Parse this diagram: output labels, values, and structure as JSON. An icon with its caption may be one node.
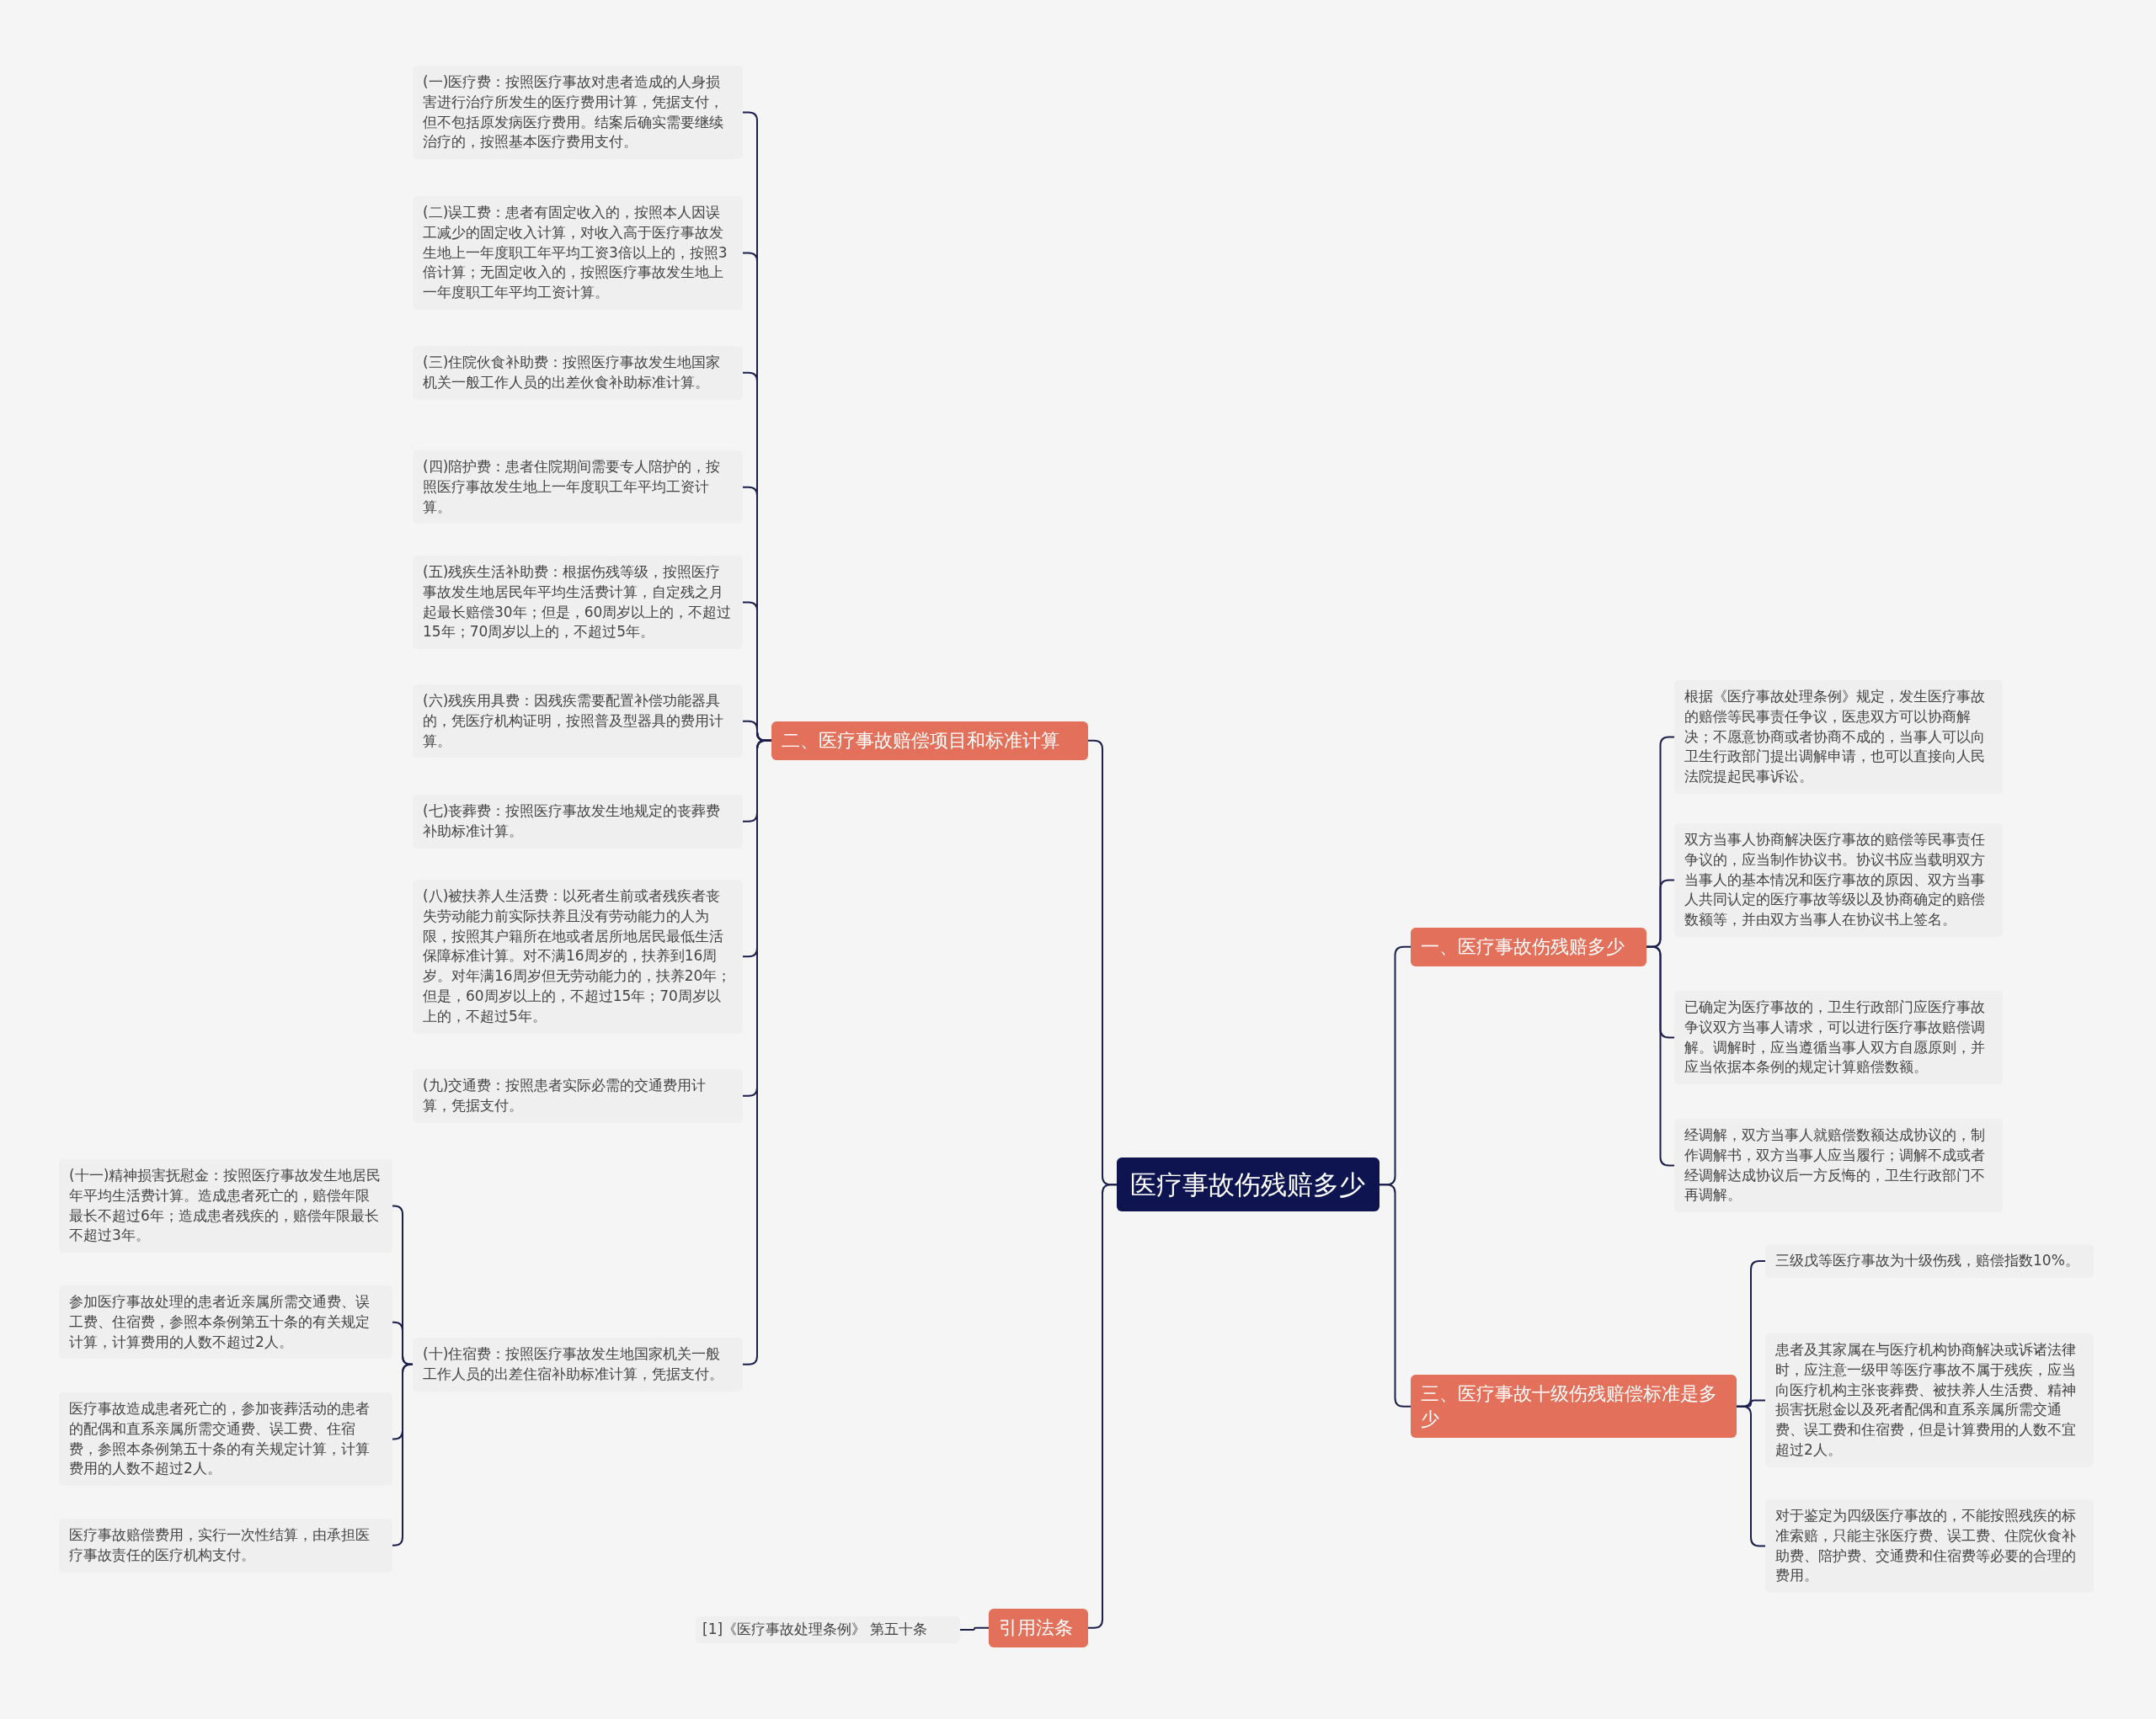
{
  "diagram": {
    "nodes": [
      {
        "text": [
          "医疗事故伤残赔多少"
        ]
      },
      {
        "text": [
          "二、医疗事故赔偿项目和标准计算"
        ]
      },
      {
        "text": [
          "(一)医疗费：按照医疗事故对患者造成的人身损害进行治疗所发生的医疗费用计算，凭据支付，但不包括原发病医疗费用。结案后确实需要继续治疗的，按照基本医疗费用支付。"
        ]
      },
      {
        "text": [
          "(二)误工费：患者有固定收入的，按照本人因误工减少的固定收入计算，对收入高于医疗事故发生地上一年度职工年平均工资3倍以上的，按照3倍计算；无固定收入的，按照医疗事故发生地上一年度职工年平均工资计算。"
        ]
      },
      {
        "text": [
          "(三)住院伙食补助费：按照医疗事故发生地国家机关一般工作人员的出差伙食补助标准计算。"
        ]
      },
      {
        "text": [
          "(四)陪护费：患者住院期间需要专人陪护的，按照医疗事故发生地上一年度职工年平均工资计算。"
        ]
      },
      {
        "text": [
          "(五)残疾生活补助费：根据伤残等级，按照医疗事故发生地居民年平均生活费计算，自定残之月起最长赔偿30年；但是，60周岁以上的，不超过15年；70周岁以上的，不超过5年。"
        ]
      },
      {
        "text": [
          "(六)残疾用具费：因残疾需要配置补偿功能器具的，凭医疗机构证明，按照普及型器具的费用计算。"
        ]
      },
      {
        "text": [
          "(七)丧葬费：按照医疗事故发生地规定的丧葬费补助标准计算。"
        ]
      },
      {
        "text": [
          "(八)被扶养人生活费：以死者生前或者残疾者丧失劳动能力前实际扶养且没有劳动能力的人为限，按照其户籍所在地或者居所地居民最低生活保障标准计算。对不满16周岁的，扶养到16周岁。对年满16周岁但无劳动能力的，扶养20年；但是，60周岁以上的，不超过15年；70周岁以上的，不超过5年。"
        ]
      },
      {
        "text": [
          "(九)交通费：按照患者实际必需的交通费用计算，凭据支付。"
        ]
      },
      {
        "text": [
          "(十)住宿费：按照医疗事故发生地国家机关一般工作人员的出差住宿补助标准计算，凭据支付。"
        ]
      },
      {
        "text": [
          "(十一)精神损害抚慰金：按照医疗事故发生地居民年平均生活费计算。造成患者死亡的，赔偿年限最长不超过6年；造成患者残疾的，赔偿年限最长不超过3年。"
        ]
      },
      {
        "text": [
          "参加医疗事故处理的患者近亲属所需交通费、误工费、住宿费，参照本条例第五十条的有关规定计算，计算费用的人数不超过2人。"
        ]
      },
      {
        "text": [
          "医疗事故造成患者死亡的，参加丧葬活动的患者的配偶和直系亲属所需交通费、误工费、住宿费，参照本条例第五十条的有关规定计算，计算费用的人数不超过2人。"
        ]
      },
      {
        "text": [
          "医疗事故赔偿费用，实行一次性结算，由承担医疗事故责任的医疗机构支付。"
        ]
      },
      {
        "text": [
          "引用法条"
        ]
      },
      {
        "text": [
          "[1]《医疗事故处理条例》 第五十条"
        ]
      },
      {
        "text": [
          "一、医疗事故伤残赔多少"
        ]
      },
      {
        "text": [
          "根据《医疗事故处理条例》规定，发生医疗事故的赔偿等民事责任争议，医患双方可以协商解决；不愿意协商或者协商不成的，当事人可以向卫生行政部门提出调解申请，也可以直接向人民法院提起民事诉讼。"
        ]
      },
      {
        "text": [
          "双方当事人协商解决医疗事故的赔偿等民事责任争议的，应当制作协议书。协议书应当载明双方当事人的基本情况和医疗事故的原因、双方当事人共同认定的医疗事故等级以及协商确定的赔偿数额等，并由双方当事人在协议书上签名。"
        ]
      },
      {
        "text": [
          "已确定为医疗事故的，卫生行政部门应医疗事故争议双方当事人请求，可以进行医疗事故赔偿调解。调解时，应当遵循当事人双方自愿原则，并应当依据本条例的规定计算赔偿数额。"
        ]
      },
      {
        "text": [
          "经调解，双方当事人就赔偿数额达成协议的，制作调解书，双方当事人应当履行；调解不成或者经调解达成协议后一方反悔的，卫生行政部门不再调解。"
        ]
      },
      {
        "text": [
          "三、医疗事故十级伤残赔偿标准是多少"
        ]
      },
      {
        "text": [
          "三级戊等医疗事故为十级伤残，赔偿指数10%。"
        ]
      },
      {
        "text": [
          "患者及其家属在与医疗机构协商解决或诉诸法律时，应注意一级甲等医疗事故不属于残疾，应当向医疗机构主张丧葬费、被扶养人生活费、精神损害抚慰金以及死者配偶和直系亲属所需交通费、误工费和住宿费，但是计算费用的人数不宜超过2人。"
        ]
      },
      {
        "text": [
          "对于鉴定为四级医疗事故的，不能按照残疾的标准索赔，只能主张医疗费、误工费、住院伙食补助费、陪护费、交通费和住宿费等必要的合理的费用。"
        ]
      }
    ],
    "edges": [
      {
        "from": 0,
        "to": 1,
        "arrow": "none"
      },
      {
        "from": 1,
        "to": 2,
        "arrow": "none"
      },
      {
        "from": 1,
        "to": 3,
        "arrow": "none"
      },
      {
        "from": 1,
        "to": 4,
        "arrow": "none"
      },
      {
        "from": 1,
        "to": 5,
        "arrow": "none"
      },
      {
        "from": 1,
        "to": 6,
        "arrow": "none"
      },
      {
        "from": 1,
        "to": 7,
        "arrow": "none"
      },
      {
        "from": 1,
        "to": 8,
        "arrow": "none"
      },
      {
        "from": 1,
        "to": 9,
        "arrow": "none"
      },
      {
        "from": 1,
        "to": 10,
        "arrow": "none"
      },
      {
        "from": 1,
        "to": 11,
        "arrow": "none"
      },
      {
        "from": 11,
        "to": 12,
        "arrow": "none"
      },
      {
        "from": 11,
        "to": 13,
        "arrow": "none"
      },
      {
        "from": 11,
        "to": 14,
        "arrow": "none"
      },
      {
        "from": 11,
        "to": 15,
        "arrow": "none"
      },
      {
        "from": 0,
        "to": 16,
        "arrow": "none"
      },
      {
        "from": 16,
        "to": 17,
        "arrow": "none"
      },
      {
        "from": 0,
        "to": 18,
        "arrow": "none"
      },
      {
        "from": 18,
        "to": 19,
        "arrow": "none"
      },
      {
        "from": 18,
        "to": 20,
        "arrow": "none"
      },
      {
        "from": 18,
        "to": 21,
        "arrow": "none"
      },
      {
        "from": 18,
        "to": 22,
        "arrow": "none"
      },
      {
        "from": 0,
        "to": 23,
        "arrow": "none"
      },
      {
        "from": 23,
        "to": 24,
        "arrow": "none"
      },
      {
        "from": 23,
        "to": 25,
        "arrow": "none"
      },
      {
        "from": 23,
        "to": 26,
        "arrow": "none"
      }
    ]
  }
}
